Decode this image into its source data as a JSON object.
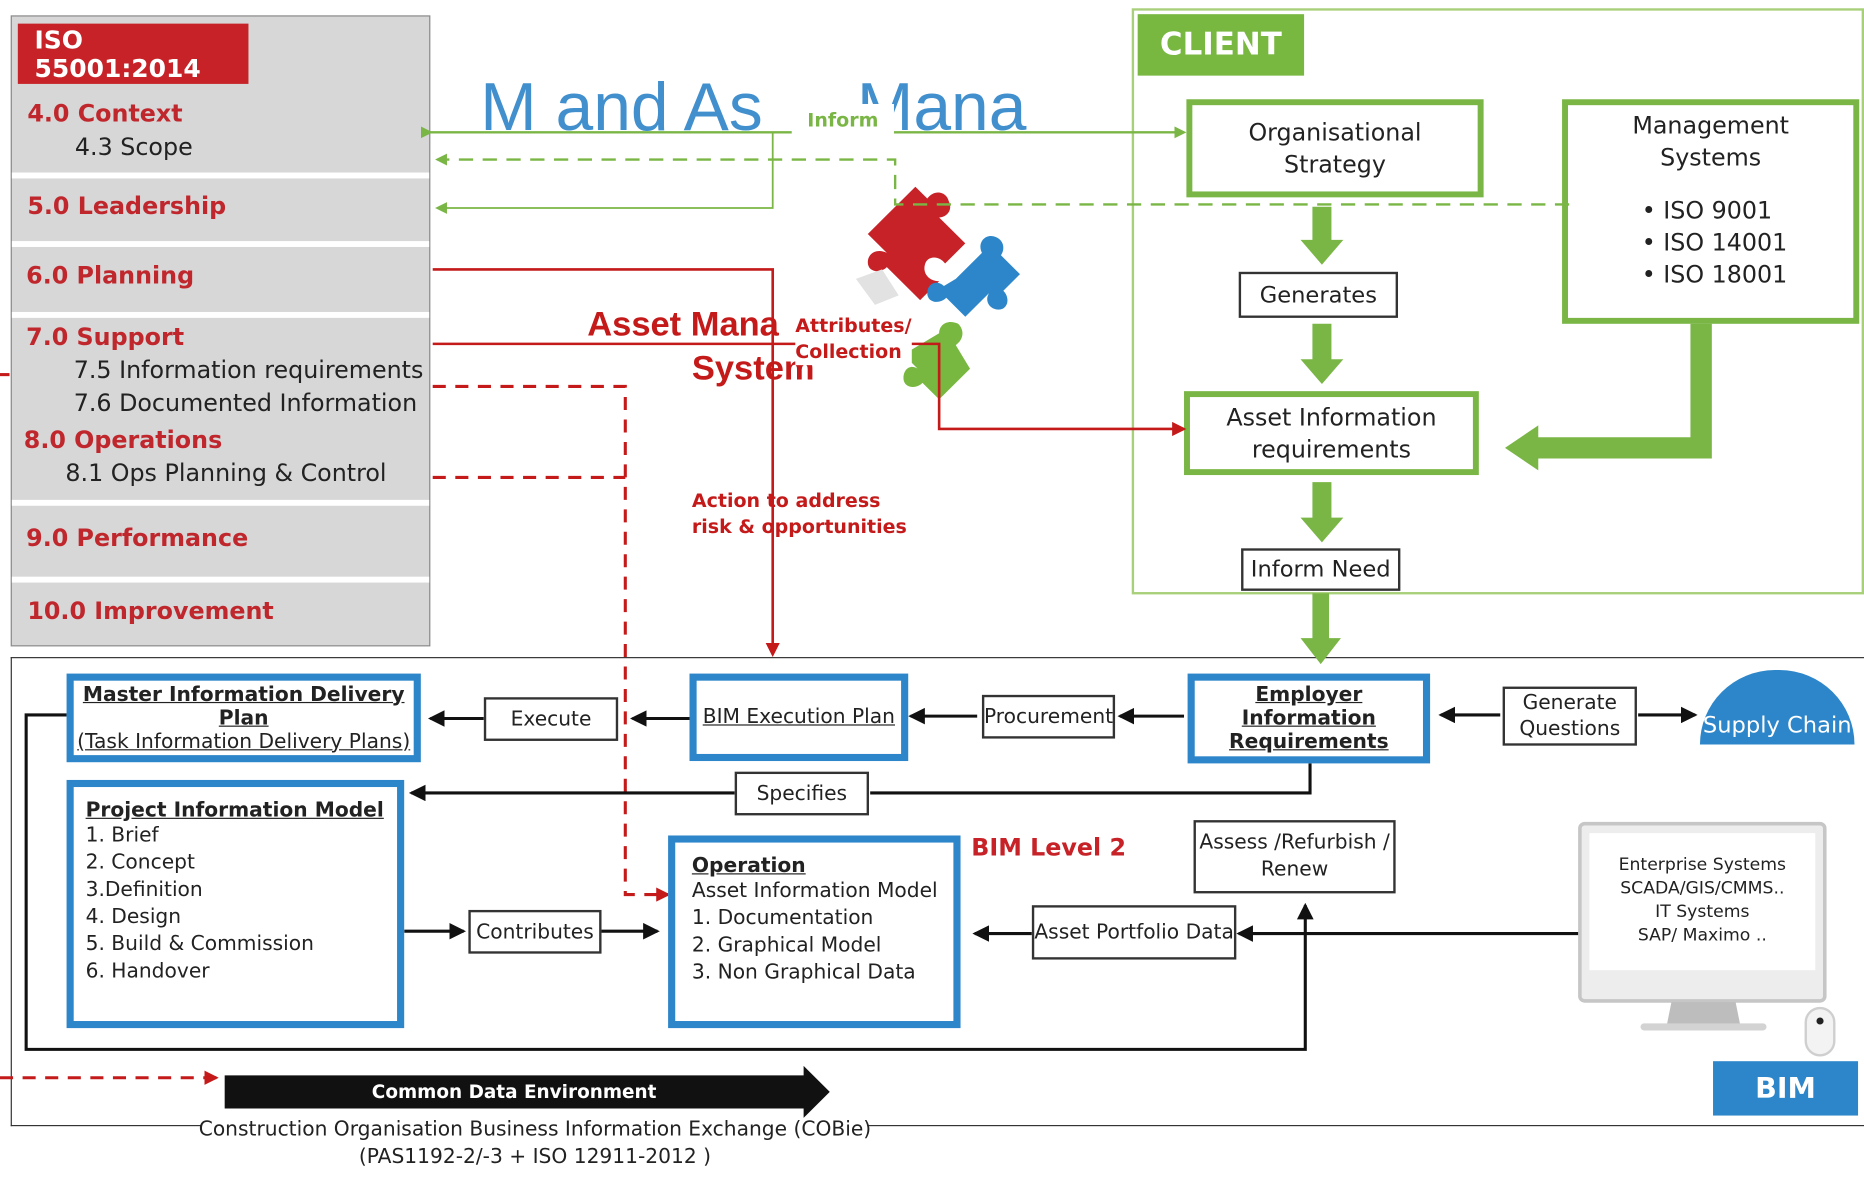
{
  "iso": {
    "badge": "ISO 55001:2014",
    "context": "4.0 Context",
    "scope": "4.3 Scope",
    "leadership": "5.0 Leadership",
    "planning": "6.0 Planning",
    "support": "7.0 Support",
    "info_req": "7.5 Information requirements",
    "doc_info": "7.6 Documented Information",
    "operations": "8.0 Operations",
    "ops_planning": "8.1 Ops Planning & Control",
    "performance": "9.0 Performance",
    "improvement": "10.0 Improvement"
  },
  "overlay": {
    "ghost_title": "M and As     Mana",
    "inform": "Inform",
    "asset_mgmt_1": "Asset Mana",
    "asset_mgmt_2": "System",
    "attributes_1": "Attributes/",
    "attributes_2": "Collection",
    "action_1": "Action to address",
    "action_2": "risk & opportunities"
  },
  "client": {
    "tab": "CLIENT",
    "org_strategy_1": "Organisational",
    "org_strategy_2": "Strategy",
    "mgmt_1": "Management",
    "mgmt_2": "Systems",
    "mgmt_items": [
      "ISO 9001",
      "ISO 14001",
      "ISO 18001"
    ],
    "generates": "Generates",
    "air_1": "Asset Information",
    "air_2": "requirements",
    "inform_need": "Inform Need"
  },
  "bim": {
    "midp_title": "Master Information Delivery Plan",
    "midp_sub": "(Task Information Delivery Plans)",
    "execute": "Execute",
    "bep": "BIM Execution Plan",
    "procurement": "Procurement",
    "eir_1": "Employer Information",
    "eir_2": "Requirements",
    "generate_q_1": "Generate",
    "generate_q_2": "Questions",
    "supply_chain": "Supply Chain",
    "specifies": "Specifies",
    "pim_title": "Project Information Model",
    "pim_items": [
      "1. Brief",
      "2. Concept",
      "3.Definition",
      "4. Design",
      "5. Build & Commission",
      "6. Handover"
    ],
    "contributes": "Contributes",
    "op_title": "Operation",
    "op_sub": "Asset Information Model",
    "op_items": [
      "1. Documentation",
      "2. Graphical Model",
      "3. Non Graphical Data"
    ],
    "bim_level": "BIM Level 2",
    "assess_1": "Assess /Refurbish /",
    "assess_2": "Renew",
    "portfolio": "Asset Portfolio Data",
    "enterprise": [
      "Enterprise Systems",
      "SCADA/GIS/CMMS..",
      "IT Systems",
      "SAP/ Maximo .."
    ],
    "cde": "Common Data Environment",
    "cobie_1": "Construction Organisation Business Information Exchange (COBie)",
    "cobie_2": "(PAS1192-2/-3 + ISO 12911-2012 )",
    "badge": "BIM"
  },
  "colors": {
    "green": "#7ab645",
    "red": "#c62227",
    "blue": "#2d86c9",
    "grey_panel": "#d7d7d7"
  }
}
